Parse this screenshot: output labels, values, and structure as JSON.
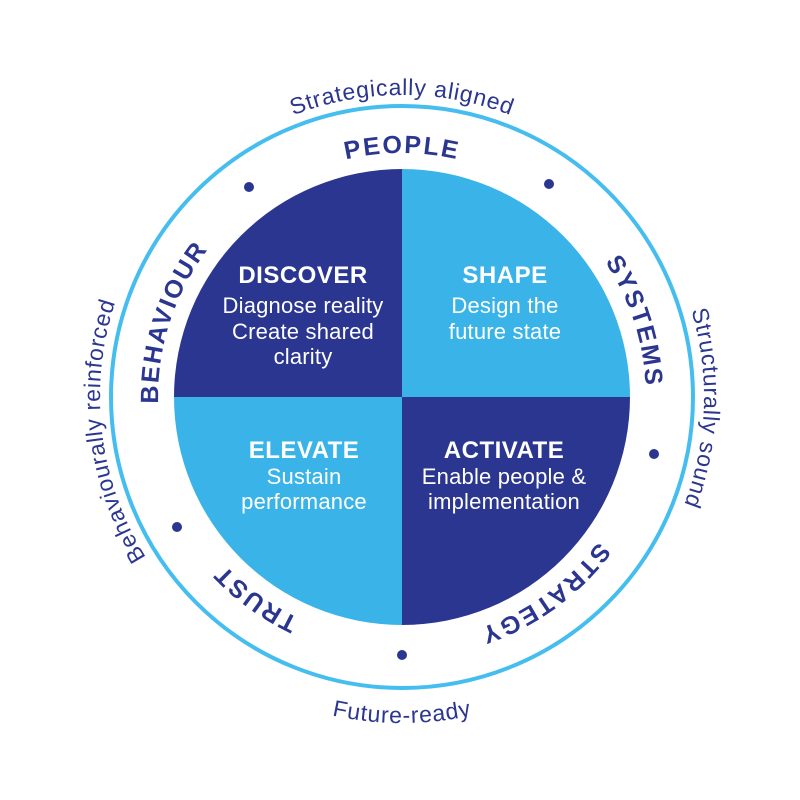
{
  "colors": {
    "navy": "#2B3690",
    "sky": "#3AB4E8",
    "ring": "#45BEEF",
    "text_light": "#FFFFFF"
  },
  "diagram": {
    "ring_labels": [
      "PEOPLE",
      "SYSTEMS",
      "STRATEGY",
      "TRUST",
      "BEHAVIOUR"
    ],
    "outer_captions": {
      "top": "Strategically aligned",
      "right": "Structurally sound",
      "bottom": "Future-ready",
      "left": "Behaviourally reinforced"
    },
    "quadrants": [
      {
        "title": "DISCOVER",
        "lines": [
          "Diagnose reality",
          "Create shared",
          "clarity"
        ]
      },
      {
        "title": "SHAPE",
        "lines": [
          "Design the",
          "future state"
        ]
      },
      {
        "title": "ELEVATE",
        "lines": [
          "Sustain",
          "performance"
        ]
      },
      {
        "title": "ACTIVATE",
        "lines": [
          "Enable people &",
          "implementation"
        ]
      }
    ]
  }
}
